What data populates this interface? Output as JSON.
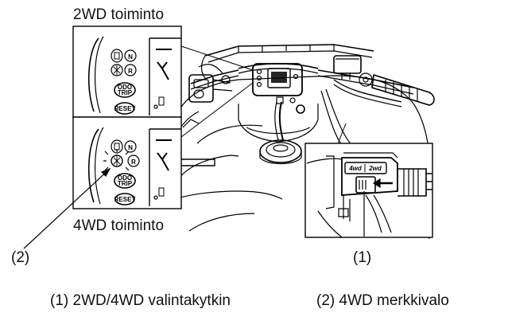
{
  "labels": {
    "mode_2wd": "2WD toiminto",
    "mode_4wd": "4WD toiminto",
    "callout_2": "(2)",
    "callout_1": "(1)",
    "caption_1": "(1) 2WD/4WD valintakytkin",
    "caption_2": "(2) 4WD merkkivalo"
  },
  "panel_icons": {
    "odo_trip": [
      "ODO",
      "TRIP"
    ],
    "reset": "RESET",
    "n": "N",
    "r": "R"
  },
  "switch_labels": {
    "left": "4wd",
    "right": "2wd"
  }
}
